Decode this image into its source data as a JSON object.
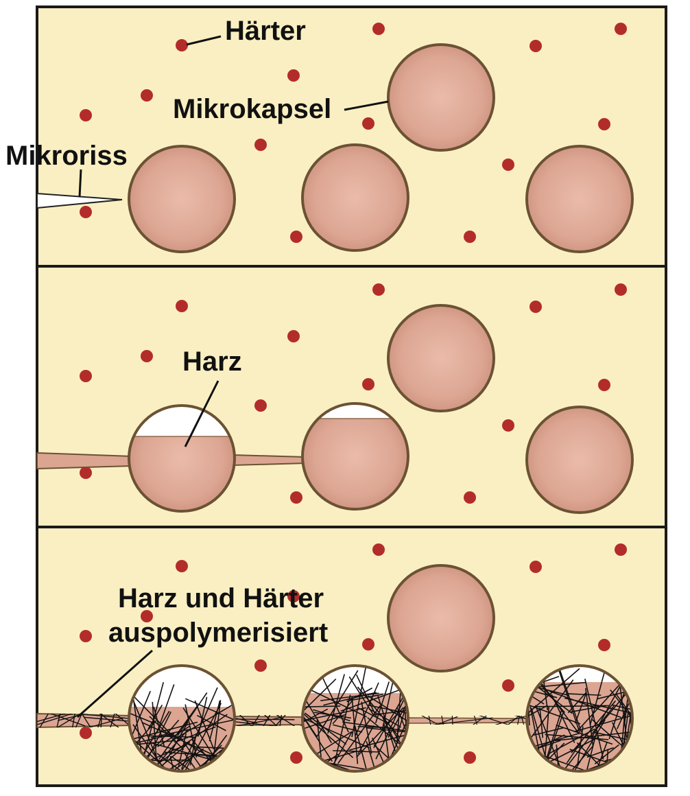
{
  "labels": {
    "hardener": "Härter",
    "microcapsule": "Mikrokapsel",
    "microcrack": "Mikroriss",
    "resin": "Harz",
    "cured_line1": "Harz und Härter",
    "cured_line2": "auspolymerisiert"
  },
  "colors": {
    "matrix": "#faefc2",
    "border": "#1a1a1a",
    "capsule_fill": "#dba592",
    "capsule_center": "#e9b7a6",
    "capsule_edge": "#d09682",
    "capsule_stroke": "#6b5234",
    "hardener_dot": "#b32c2c",
    "crack_fill": "#ffffff",
    "resin_channel": "#dba592",
    "polymer_net": "#111111"
  },
  "panels": [
    {
      "stage": "intact",
      "description_id": "panel-1"
    },
    {
      "stage": "resin-released",
      "description_id": "panel-2"
    },
    {
      "stage": "cured",
      "description_id": "panel-3"
    }
  ]
}
